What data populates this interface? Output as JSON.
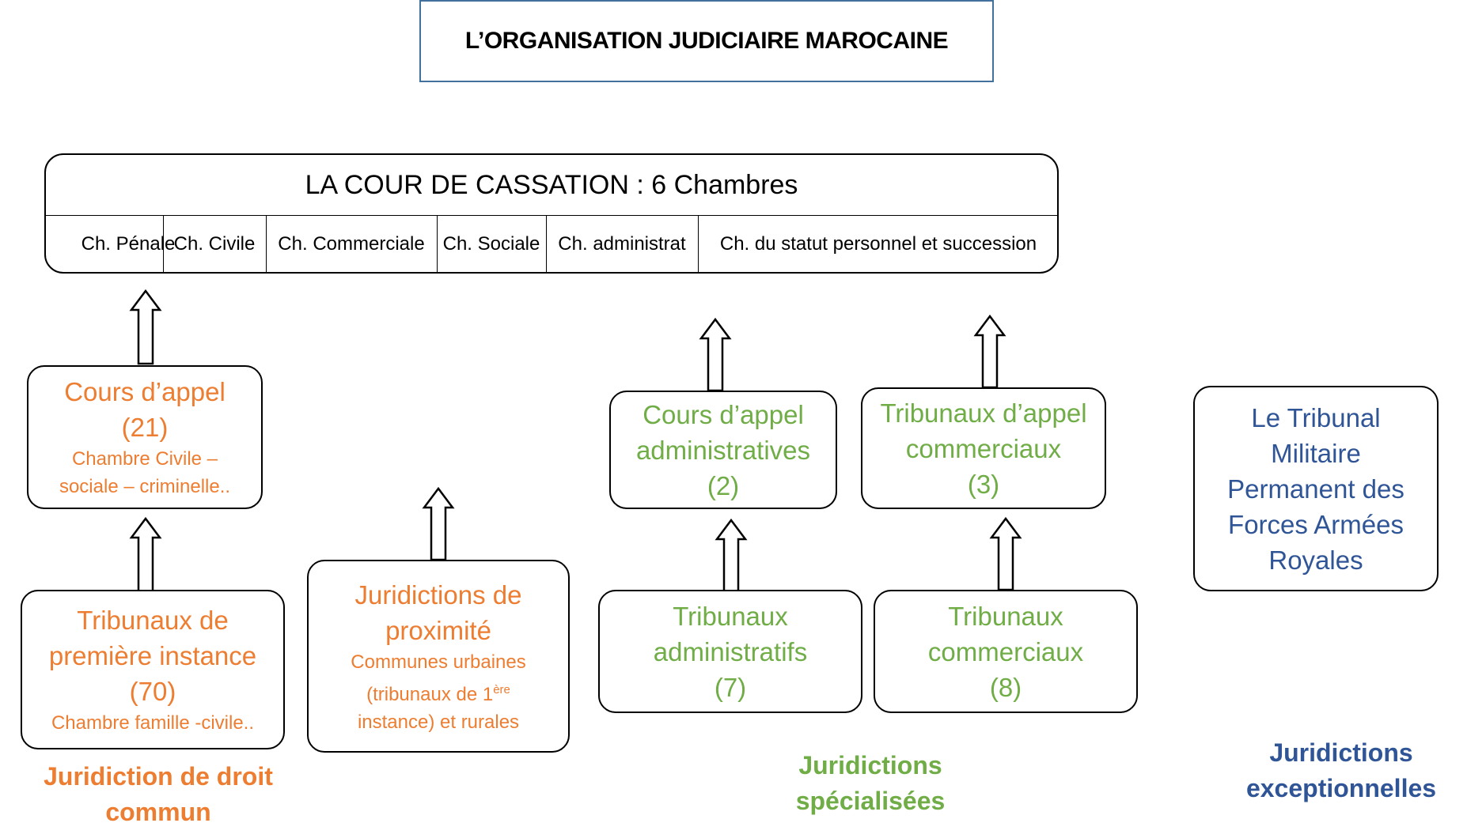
{
  "title": "L’ORGANISATION JUDICIAIRE MAROCAINE",
  "cour_de_cassation": {
    "label": "LA COUR DE CASSATION : 6 Chambres",
    "chambers": [
      "Ch. Pénale",
      "Ch. Civile",
      "Ch. Commerciale",
      "Ch. Sociale",
      "Ch. administrat",
      "Ch. du statut personnel et succession"
    ]
  },
  "droit_commun": {
    "cours_appel": {
      "line1": "Cours d’appel",
      "count": "(21)",
      "sub1": "Chambre Civile –",
      "sub2": "sociale – criminelle.."
    },
    "premiere_instance": {
      "line1": "Tribunaux de",
      "line2": "première instance",
      "count": "(70)",
      "sub": "Chambre famille -civile.."
    },
    "proximite": {
      "line1": "Juridictions de",
      "line2": "proximité",
      "sub1": "Communes urbaines",
      "sub2a": "(tribunaux de 1",
      "sub2sup": "ère",
      "sub3": "instance) et rurales"
    },
    "category_line1": "Juridiction de droit",
    "category_line2": "commun"
  },
  "specialisees": {
    "cours_appel_admin": {
      "line1": "Cours d’appel",
      "line2": "administratives",
      "count": "(2)"
    },
    "tribunaux_appel_comm": {
      "line1": "Tribunaux d’appel",
      "line2": "commerciaux",
      "count": "(3)"
    },
    "tribunaux_admin": {
      "line1": "Tribunaux",
      "line2": "administratifs",
      "count": "(7)"
    },
    "tribunaux_comm": {
      "line1": "Tribunaux",
      "line2": "commerciaux",
      "count": "(8)"
    },
    "category_line1": "Juridictions",
    "category_line2": "spécialisées"
  },
  "exceptionnelles": {
    "militaire": {
      "line1": "Le Tribunal",
      "line2": "Militaire",
      "line3": "Permanent des",
      "line4": "Forces Armées",
      "line5": "Royales"
    },
    "category_line1": "Juridictions",
    "category_line2": "exceptionnelles"
  },
  "colors": {
    "orange": "#ed7d31",
    "green": "#70ad47",
    "blue": "#2f5597",
    "title_border": "#41719c"
  }
}
